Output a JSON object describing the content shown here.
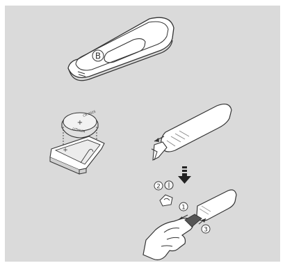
{
  "figure": {
    "remote_label": "B",
    "battery_text_1": "CR 2025",
    "battery_text_2": "LITHIUM",
    "battery_symbol": "+",
    "tray_symbol": "+",
    "step_1": "1",
    "step_2": "2",
    "step_3": "3"
  },
  "colors": {
    "background": "#dadada",
    "line": "#333333",
    "fill": "#ffffff",
    "battery": "#e6e6e6"
  },
  "icons": [
    "remote-control-icon",
    "coin-battery-icon",
    "battery-tray-icon",
    "hand-icon",
    "down-arrow-icon"
  ]
}
